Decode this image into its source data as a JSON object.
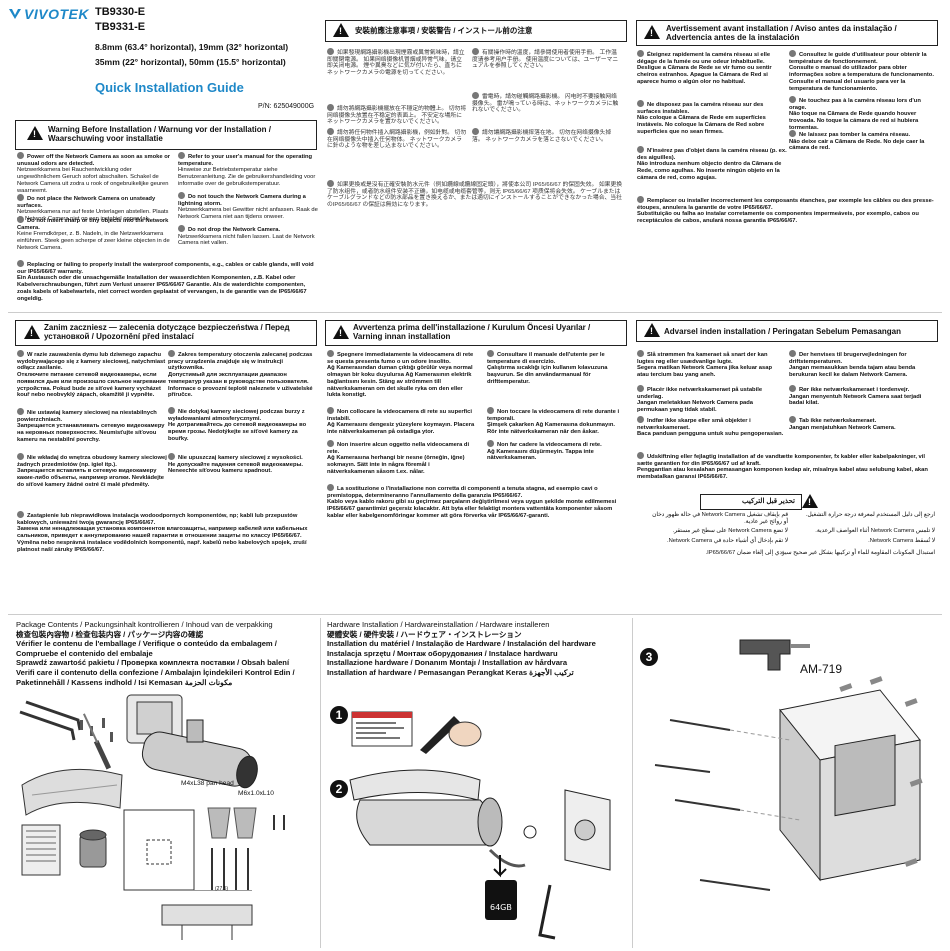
{
  "brand": "VIVOTEK",
  "models": [
    "TB9330-E",
    "TB9331-E"
  ],
  "lens_specs": [
    "8.8mm (63.4° horizontal), 19mm (32° horizontal)",
    "35mm (22° horizontal), 50mm (15.5° horizontal)"
  ],
  "guide_title": "Quick Installation Guide",
  "part_number": "P/N: 625049000G",
  "warning_en": {
    "title": "Warning Before Installation / Warnung vor der Installation / Waarschuwing voor installatie",
    "left": [
      {
        "h": "Power off the Network Camera as soon as smoke or unusual odors are detected.",
        "t": "Netzwerkkamera bei Rauchentwicklung oder ungewöhnlichem Geruch sofort abschalten. Schakel de Network Camera uit zodra u rook of ongebruikelijke geuren waarneemt."
      },
      {
        "h": "Do not place the Network Camera on unsteady surfaces.",
        "t": "Netzwerkkamera nur auf feste Unterlagen abstellen. Plaats de Network Camera niet op een instabiel oppervlak."
      },
      {
        "h": "Do not insert sharp or tiny objects into the Network Camera.",
        "t": "Keine Fremdkörper, z. B. Nadeln, in die Netzwerkkamera einführen. Steek geen scherpe of zeer kleine objecten in de Network Camera."
      }
    ],
    "right": [
      {
        "h": "Refer to your user's manual for the operating temperature.",
        "t": "Hinweise zur Betriebstemperatur siehe Benutzeranleitung. Zie de gebruikershandleiding voor informatie over de gebruikstemperatuur."
      },
      {
        "h": "Do not touch the Network Camera during a lightning storm.",
        "t": "Netzwerkkamera bei Gewitter nicht anfassen. Raak de Network Camera niet aan tijdens onweer."
      },
      {
        "h": "Do not drop the Network Camera.",
        "t": "Netzwerkkamera nicht fallen lassen. Laat de Network Camera niet vallen."
      }
    ],
    "bottom": {
      "h": "Replacing or failing to properly install the waterproof components, e.g., cables or cable glands, will void our IP65/66/67 warranty.",
      "t": "Ein Austausch oder die unsachgemäße Installation der wasserdichten Komponenten, z.B. Kabel oder Kabelverschraubungen, führt zum Verlust unserer IP65/66/67 Garantie. Als de waterdichte componenten, zoals kabels of kabelwartels, niet correct worden geplaatst of vervangen, is de garantie van de IP65/66/67 ongeldig."
    }
  },
  "warning_cjk": {
    "title": "安裝前應注意事項 / 安裝警告 / インストール前の注意",
    "left": [
      "如果發現網路攝影機出現煙霧或異常氣味時，請立即關閉電源。 如果网络摄像机冒烟或异常气味，请立即关闭电源。 煙や異臭などに気が付いたら、直ちにネットワークカメラの電源を切ってください。",
      "請勿將網路攝影機擺放在不穩定的物體上。 切勿将网络摄像头放置在不稳定的表面上。 不安定な場所にネットワークカメラを置かないでください。",
      "請勿將任何物件插入網路攝影機，例如針對。 切勿在网络摄像头中插入任何物体。 ネットワークカメラに針のような物を差し込まないでください。"
    ],
    "right": [
      "有關操作時的溫度，請參閱使用者使用手冊。 工作温度请参考用户手册。 使用温度については、ユーザーマニュアルを参照してください。",
      "雷電時，請勿碰觸網路攝影機。 闪电时不要接触网络摄像头。 雷が鳴っている時は、ネットワークカメラに触れないでください。",
      "請勿讓網路攝影機摔落在地。 切勿在网络摄像头掉落。 ネットワークカメラを落とさないでください。"
    ],
    "bottom": "如果更換或是沒有正確安裝防水元件（例如纜線或纜線固定頭），將使本公司 IP65/66/67 的保固失效。 如果更换了防水组件，或者防水组件安装不正确，如电缆或电缆套管等，则无 IP65/66/67 项质保将会失效。 ケーブルまたはケーブルグランドなどの防水部品を置き換えるか、または適切にインストールすることができなかった場合、当社のIP65/66/67 の保証は無効になります。"
  },
  "warning_fr": {
    "title": "Avertissement avant installation / Aviso antes da instalação / Advertencia antes de la instalación",
    "left": [
      {
        "h": "Éteignez rapidement la caméra réseau si elle dégage de la fumée ou une odeur inhabituelle.",
        "t": "Desligue a Câmara de Rede se vir fumo ou sentir cheiros estranhos. Apague la Cámara de Red si aparece humo o algún olor no habitual."
      },
      {
        "h": "Ne disposez pas la caméra réseau sur des surfaces instables.",
        "t": "Não coloque a Câmara de Rede em superfícies instáveis. No coloque la Cámara de Red sobre superficies que no sean firmes."
      },
      {
        "h": "N'insérez pas d'objet dans la caméra réseau (p. ex. des aiguilles).",
        "t": "Não introduza nenhum objecto dentro da Câmara de Rede, como agulhas. No inserte ningún objeto en la cámara de red, como agujas."
      }
    ],
    "right": [
      {
        "h": "Consultez le guide d'utilisateur pour obtenir la température de fonctionnement.",
        "t": "Consulte o manual do utilizador para obter informações sobre a temperatura de funcionamento. Consulte el manual del usuario para ver la temperatura de funcionamiento."
      },
      {
        "h": "Ne touchez pas à la caméra réseau lors d'un orage.",
        "t": "Não toque na Câmara de Rede quando houver trovoada. No toque la cámara de red si hubiera tormentas."
      },
      {
        "h": "Ne laissez pas tomber la caméra réseau.",
        "t": "Não deixe cair a Câmara de Rede. No deje caer la cámara de red."
      }
    ],
    "bottom": {
      "h": "Remplacer ou installer incorrectement les composants étanches, par exemple les câbles ou des presse-étoupes, annulera la garantie de votre IP65/66/67.",
      "t": "Substituição ou falha ao instalar corretamente os componentes impermeáveis, por exemplo, cabos ou receptáculos de cabos, anulará nossa garantia IP65/66/67."
    }
  },
  "warning_pl": {
    "title": "Zanim zaczniesz — zalecenia dotyczące bezpieczeństwa / Перед установкой / Upozornění před instalací",
    "left": [
      {
        "h": "W razie zauważenia dymu lub dziwnego zapachu wydobywającego się z kamery sieciowej, natychmiast odłącz zasilanie.",
        "t": "Отключите питание сетевой видеокамеры, если появился дым или произошло сильное нагревание устройства. Pokud bude ze síťové kamery vycházet kouř nebo neobvyklý zápach, okamžitě ji vypněte."
      },
      {
        "h": "Nie ustawiaj kamery sieciowej na niestabilnych powierzchniach.",
        "t": "Запрещается устанавливать сетевую видеокамеру на неровных поверхностях. Neumisťujte síťovou kameru na nestabilní povrchy."
      },
      {
        "h": "Nie wkładaj do wnętrza obudowy kamery sieciowej żadnych przedmiotów (np. igieł itp.).",
        "t": "Запрещается вставлять в сетевую видеокамеру какие-либо объекты, например иголки. Nevkládejte do síťové kamery žádné ostré či malé předměty."
      }
    ],
    "right": [
      {
        "h": "Zakres temperatury otoczenia zalecanej podczas pracy urządzenia znajduje się w instrukcji użytkownika.",
        "t": "Допустимый для эксплуатации диапазон температур указан в руководстве пользователя. Informace o provozní teplotě naleznete v uživatelské příručce."
      },
      {
        "h": "Nie dotykaj kamery sieciowej podczas burzy z wyładowaniami atmosferycznymi.",
        "t": "Не дотрагивайтесь до сетевой видеокамеры во время грозы. Nedotýkejte se síťové kamery za bouřky."
      },
      {
        "h": "Nie upuszczaj kamery sieciowej z wysokości.",
        "t": "Не допускайте падения сетевой видеокамеры. Neneechte síťovou kameru spadnout."
      }
    ],
    "bottom": {
      "h": "Zastąpienie lub nieprawidłowa instalacja wodoodpornych komponentów, np; kabli lub przepustów kablowych, unieważni twoją gwarancję IP65/66/67.",
      "t": "Замена или ненадлежащая установка компонентов влагозащиты, например кабелей или кабельных сальников, приведет к аннулированию нашей гарантии в отношении защиты по классу IP65/66/67. Výměna nebo nesprávná instalace vodědolních komponentů, např. kabelů nebo kabelových spojek, zruší platnost naší záruky IP65/66/67."
    }
  },
  "warning_it": {
    "title": "Avvertenza prima dell'installazione / Kurulum Öncesi Uyarılar / Varning innan installation",
    "left": [
      {
        "h": "Spegnere immediatamente la videocamera di rete se questa presenta fumo o un odore insolito.",
        "t": "Ağ Kamerasından duman çıktığı görülür veya normal olmayan bir koku duyulursa Ağ Kamerasının elektrik bağlantısını kesin. Stäng av strömmen till nätverkskameran om det skulle ryka om den eller lukta konstigt."
      },
      {
        "h": "Non collocare la videocamera di rete su superfici instabili.",
        "t": "Ağ Kamerasını dengesiz yüzeylere koymayın. Placera inte nätverkskameran på ostadiga ytor."
      },
      {
        "h": "Non inserire alcun oggetto nella videocamera di rete.",
        "t": "Ağ Kamerasına herhangi bir nesne (örneğin, iğne) sokmayın. Sätt inte in några föremål i nätverkskameran såsom t.ex. nålar."
      }
    ],
    "right": [
      {
        "h": "Consultare il manuale dell'utente per le temperature di esercizio.",
        "t": "Çalıştırma sıcaklığı için kullanım kılavuzuna başvurun. Se din användarmanual för drifttemperatur."
      },
      {
        "h": "Non toccare la videocamera di rete durante i temporali.",
        "t": "Şimşek çakarken Ağ Kamerasına dokunmayın. Rör inte nätverkskameran när den åskar."
      },
      {
        "h": "Non far cadere la videocamera di rete.",
        "t": "Ağ Kamerasını düşürmeyin. Tappa inte nätverkskameran."
      }
    ],
    "bottom": {
      "h": "La sostituzione o l'installazione non corretta di componenti a tenuta stagna, ad esempio cavi o premistoppa, determineranno l'annullamento della garanzia IP65/66/67.",
      "t": "Kablo veya kablo rakoru gibi su geçirmez parçaların değiştirilmesi veya uygun şekilde monte edilmemesi IP65/66/67 garantimizi geçersiz kılacaktır. Att byta eller felaktigt montera vattentäta komponenter såsom kablar eller kabelgenomföringar kommer att göra förverka vår IP65/66/67-garanti."
    }
  },
  "warning_da": {
    "title": "Advarsel inden installation / Peringatan Sebelum Pemasangan",
    "left": [
      {
        "h": "Slå strømmen fra kameraet så snart der kan lugtes røg eller usædvanlige lugte.",
        "t": "Segera matikan Network Camera jika keluar asap atau tercium bau yang aneh."
      },
      {
        "h": "Placér ikke netværkskameraet på ustabile underlag.",
        "t": "Jangan meletakkan Network Camera pada permukaan yang tidak stabil."
      },
      {
        "h": "Indfør ikke skarpe eller små objekter i netværkskameraet.",
        "t": "Baca panduan pengguna untuk suhu pengoperasian."
      }
    ],
    "right": [
      {
        "h": "Der henvises til brugervejledningen for driftstemperaturen.",
        "t": "Jangan memasukkan benda tajam atau benda berukuran kecil ke dalam Network Camera."
      },
      {
        "h": "Rør ikke netværkskameraet i tordenvejr.",
        "t": "Jangan menyentuh Network Camera saat terjadi badai kilat."
      },
      {
        "h": "Tab ikke netværkskameraet.",
        "t": "Jangan menjatuhkan Network Camera."
      }
    ],
    "bottom": {
      "h": "Udskiftning eller fejlagtig installation af de vandtætte komponenter, fx kabler eller kabelpakninger, vil sætte garantien for din IP65/66/67 ud af kraft.",
      "t": "Penggantian atau kesalahan pemasangan komponen kedap air, misalnya kabel atau selubung kabel, akan membatalkan garansi IP65/66/67."
    }
  },
  "warning_ar": {
    "title": "تحذير قبل التركيب",
    "items": [
      "قم بإيقاف تشغيل Network Camera في حالة ظهور دخان أو روائح غير عادية.",
      "لا تضع Network Camera على سطح غير مستقر.",
      "لا تقم بإدخال أي أشياء حادة في Network Camera."
    ],
    "right": [
      "ارجع إلى دليل المستخدم لمعرفة درجة حرارة التشغيل.",
      "لا تلمس Network Camera أثناء العواصف الرعدية.",
      "لا تُسقط Network Camera."
    ],
    "bottom": "استبدال المكونات المقاومة للماء أو تركيبها بشكل غير صحيح سيؤدي إلى إلغاء ضمان IP65/66/67."
  },
  "package": {
    "title_lines": [
      "Package Contents / Packungsinhalt kontrollieren / Inhoud van de verpakking",
      "檢查包裝內容物 / 检查包装内容 / パッケージ内容の確認",
      "Vérifier le contenu de l'emballage / Verifique o conteúdo da embalagem / Compruebe el contenido del embalaje",
      "Sprawdź zawartość pakietu / Проверка комплекта поставки / Obsah balení",
      "Verifi care il contenuto della confezione / Ambalajın İçindekileri Kontrol Edin / Paketinnehåll / Kassens indhold / Isi Kemasan مكونات الحزمة"
    ],
    "label_screw1": "M4xL38 pan head",
    "label_screw2": "M6x1.0xL10",
    "dim_label": "(27.5)"
  },
  "hardware": {
    "title_lines": [
      "Hardware Installation / Hardwareinstallation / Hardware installeren",
      "硬體安裝 / 硬件安装 / ハードウェア・インストレーション",
      "Installation du matériel / Instalação de Hardware / Instalación del hardware",
      "Instalacja sprzętu / Монтаж оборудования / Instalace hardwaru",
      "Installazione hardware / Donanım Montajı / Installation av hårdvara",
      "Installation af hardware / Pemasangan Perangkat Keras تركيب الأجهزة"
    ],
    "step1": "1",
    "step2": "2",
    "sd_label": "64GB"
  },
  "mount": {
    "step3": "3",
    "model": "AM-719"
  }
}
